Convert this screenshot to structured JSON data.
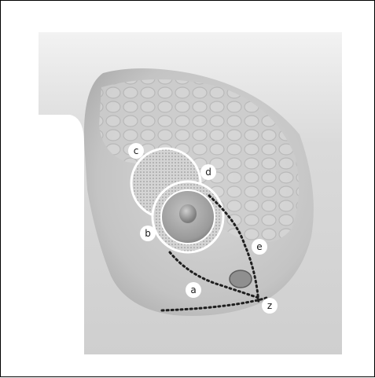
{
  "labels": {
    "a": "a",
    "b": "b",
    "c": "c",
    "d": "d",
    "e": "e",
    "z": "z"
  },
  "colors": {
    "background_panel": "#d6d6d6",
    "breast": "#c9c9c9",
    "gland_texture": "#b8b8b8",
    "areola": "#9c9c9c",
    "nipple": "#8a8a8a",
    "tumor": "#8f8f8f",
    "outline": "#ffffff",
    "dotted_line": "#1f1f1f"
  }
}
